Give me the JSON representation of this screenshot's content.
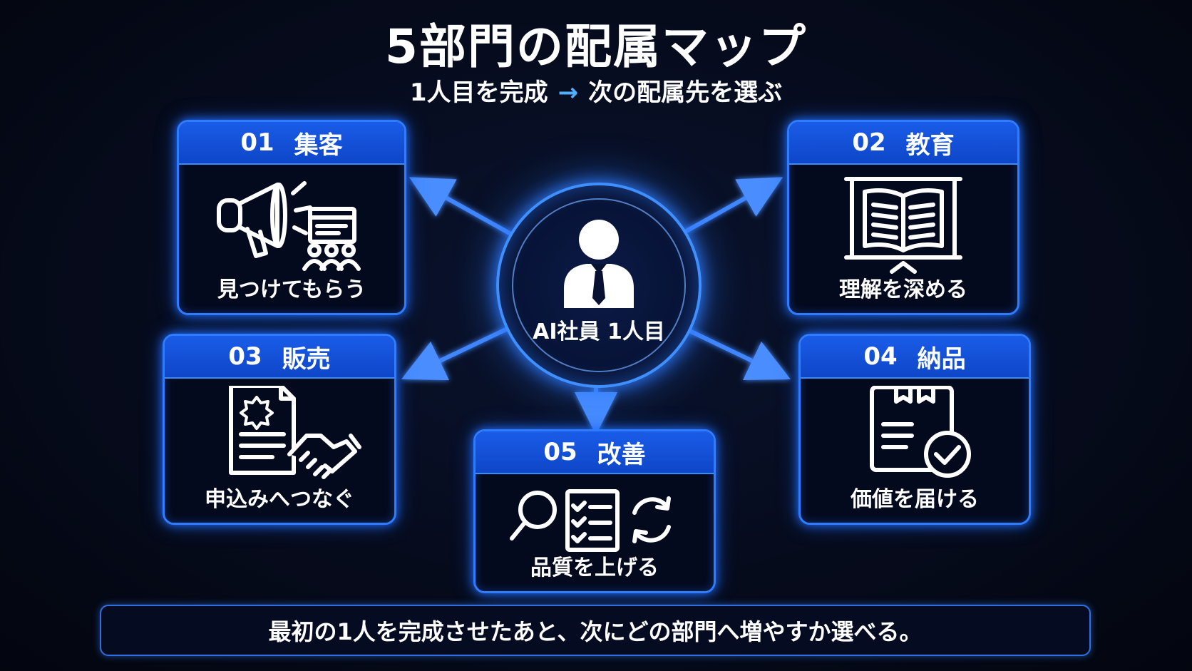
{
  "title": "5部門の配属マップ",
  "subtitle": {
    "left": "1人目を完成",
    "arrow": "→",
    "right": "次の配属先を選ぶ"
  },
  "hub": {
    "label": "AI社員 1人目",
    "icon": "employee-person-icon"
  },
  "departments": [
    {
      "num": "01",
      "name": "集客",
      "label": "見つけてもらう",
      "icon": "megaphone-audience-icon"
    },
    {
      "num": "02",
      "name": "教育",
      "label": "理解を深める",
      "icon": "open-book-board-icon"
    },
    {
      "num": "03",
      "name": "販売",
      "label": "申込みへつなぐ",
      "icon": "contract-handshake-icon"
    },
    {
      "num": "04",
      "name": "納品",
      "label": "価値を届ける",
      "icon": "package-check-icon"
    },
    {
      "num": "05",
      "name": "改善",
      "label": "品質を上げる",
      "icon": "magnifier-checklist-refresh-icon"
    }
  ],
  "footer": "最初の1人を完成させたあと、次にどの部門へ増やすか選べる。",
  "colors": {
    "background": "#050a1a",
    "accent": "#2f7cff",
    "header": "#1a5ce8",
    "arrow": "#4fb0ff"
  }
}
